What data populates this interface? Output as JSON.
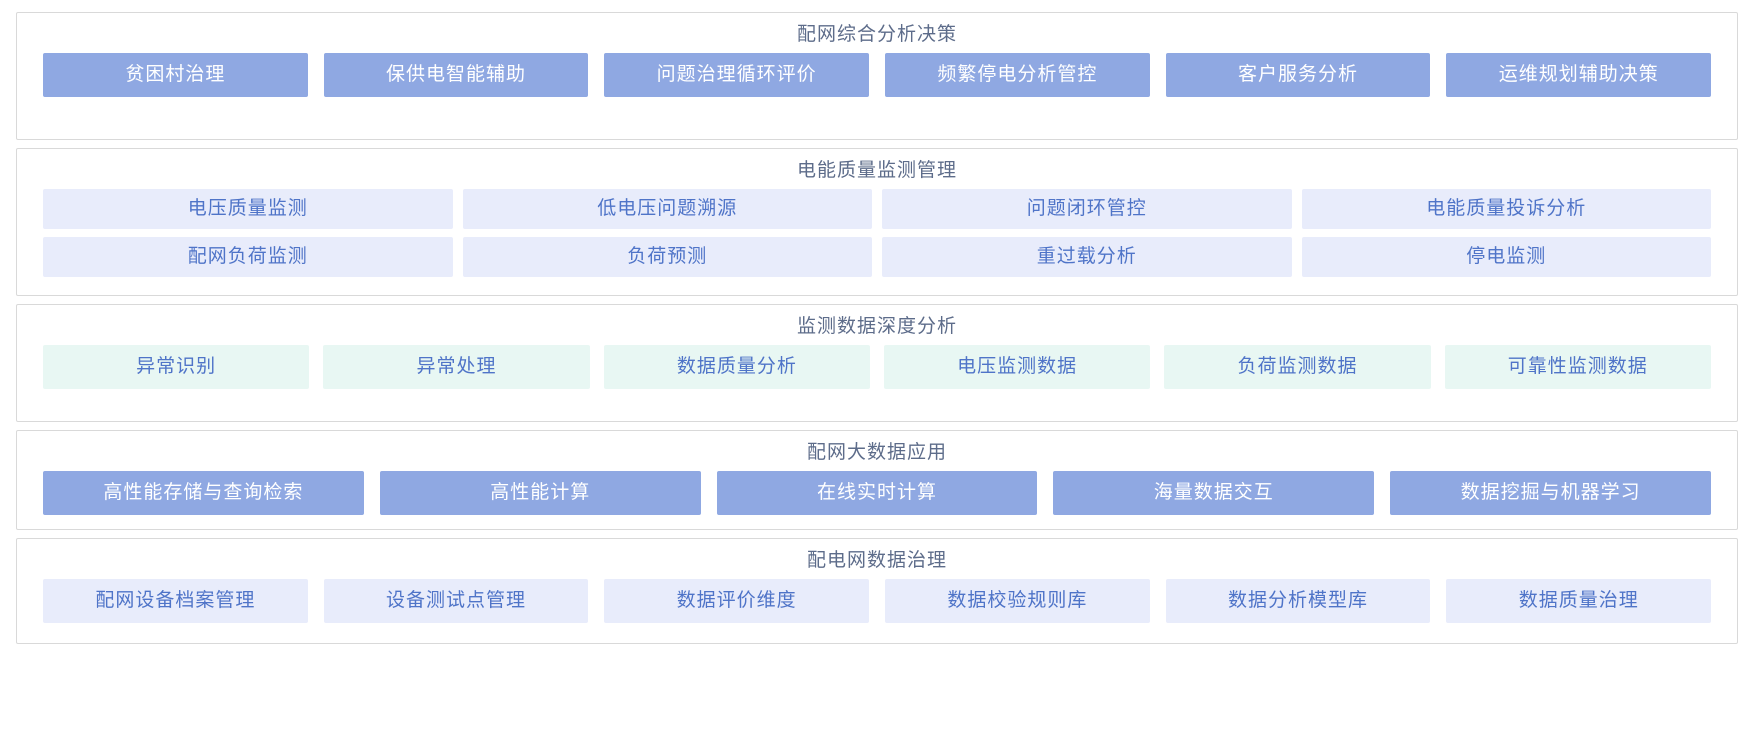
{
  "sections": [
    {
      "id": "peiwang-zonghe-fenxi-juece",
      "title": "配网综合分析决策",
      "style": "primary",
      "rows": [
        {
          "items": [
            "贫困村治理",
            "保供电智能辅助",
            "问题治理循环评价",
            "频繁停电分析管控",
            "客户服务分析",
            "运维规划辅助决策"
          ]
        }
      ]
    },
    {
      "id": "dianneng-zhiliang-jiance-guanli",
      "title": "电能质量监测管理",
      "style": "lavender",
      "rows": [
        {
          "items": [
            "电压质量监测",
            "低电压问题溯源",
            "问题闭环管控",
            "电能质量投诉分析"
          ]
        },
        {
          "items": [
            "配网负荷监测",
            "负荷预测",
            "重过载分析",
            "停电监测"
          ]
        }
      ]
    },
    {
      "id": "jiance-shuju-shendu-fenxi",
      "title": "监测数据深度分析",
      "style": "mint",
      "rows": [
        {
          "items": [
            "异常识别",
            "异常处理",
            "数据质量分析",
            "电压监测数据",
            "负荷监测数据",
            "可靠性监测数据"
          ]
        }
      ]
    },
    {
      "id": "peiwang-dashuju-yingyong",
      "title": "配网大数据应用",
      "style": "primary",
      "rows": [
        {
          "items": [
            "高性能存储与查询检索",
            "高性能计算",
            "在线实时计算",
            "海量数据交互",
            "数据挖掘与机器学习"
          ]
        }
      ]
    },
    {
      "id": "peidianwang-shuju-zhili",
      "title": "配电网数据治理",
      "style": "lavender",
      "rows": [
        {
          "items": [
            "配网设备档案管理",
            "设备测试点管理",
            "数据评价维度",
            "数据校验规则库",
            "数据分析模型库",
            "数据质量治理"
          ]
        }
      ]
    }
  ],
  "colors": {
    "primary_fill": "#8fa8e2",
    "primary_text": "#ffffff",
    "lavender_fill": "#e8ecfb",
    "mint_fill": "#e8f7f3",
    "soft_text": "#4f74c8",
    "title_text": "#5d6c8a",
    "border": "#d9d9d9",
    "background": "#ffffff"
  }
}
